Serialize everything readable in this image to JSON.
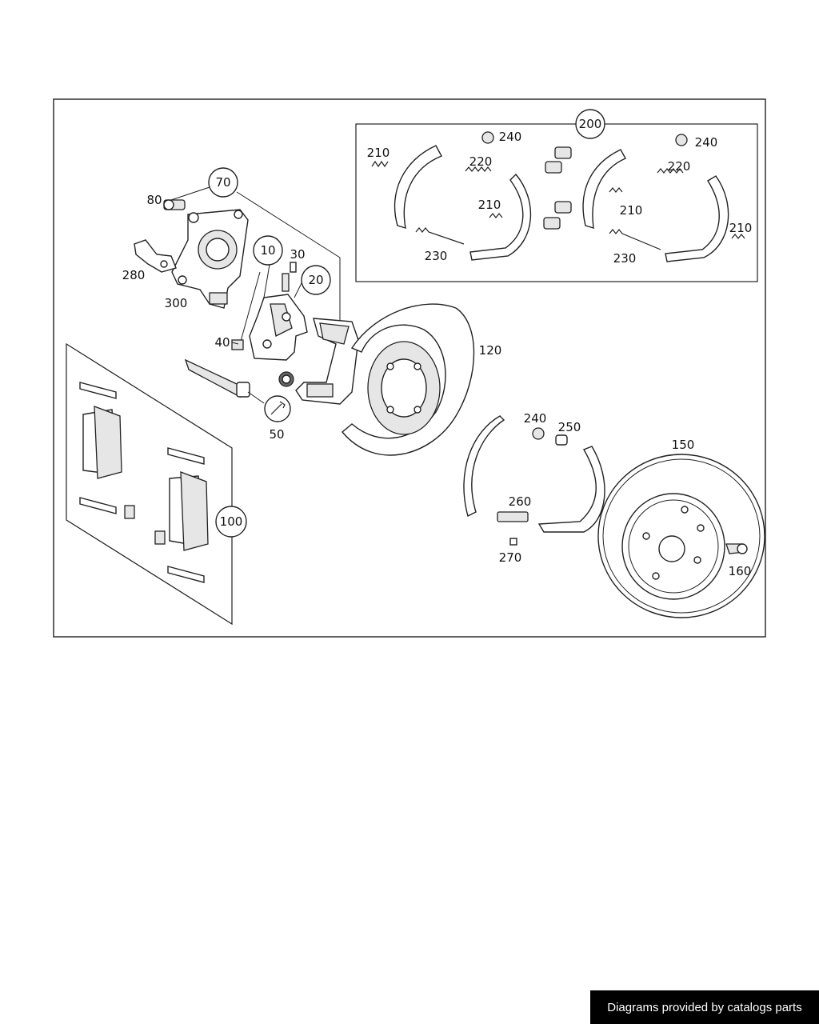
{
  "callouts": {
    "c10": "10",
    "c20": "20",
    "c30": "30",
    "c40": "40",
    "c50": "50",
    "c70": "70",
    "c80": "80",
    "c100": "100",
    "c120": "120",
    "c150": "150",
    "c160": "160",
    "c200": "200",
    "c210a": "210",
    "c210b": "210",
    "c210c": "210",
    "c210d": "210",
    "c220a": "220",
    "c220b": "220",
    "c230a": "230",
    "c230b": "230",
    "c240a": "240",
    "c240b": "240",
    "c240c": "240",
    "c250": "250",
    "c260": "260",
    "c270": "270",
    "c280": "280",
    "c300": "300"
  },
  "footer": {
    "text": "Diagrams provided by catalogs parts"
  }
}
